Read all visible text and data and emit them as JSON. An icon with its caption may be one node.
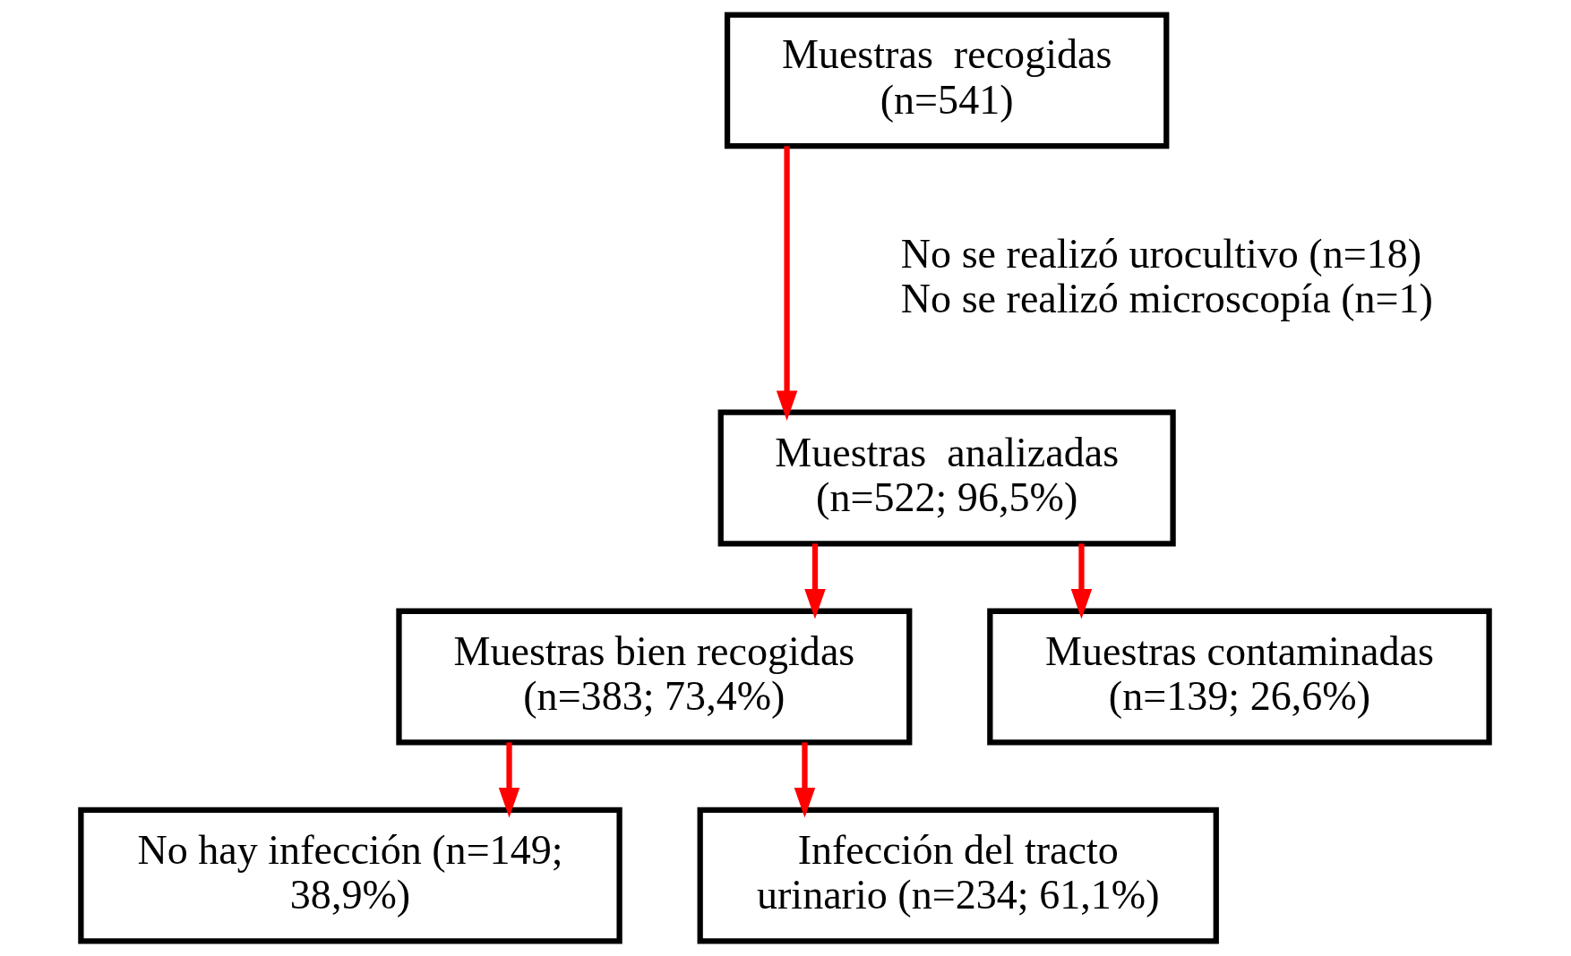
{
  "diagram": {
    "nodes": [
      {
        "text": [
          "Muestras  recogidas (n=541)"
        ]
      },
      {
        "text": [
          "Muestras  analizadas (n=522; 96,5%)"
        ]
      },
      {
        "text": [
          "Muestras bien recogidas (n=383; 73,4%)"
        ]
      },
      {
        "text": [
          "Muestras contaminadas (n=139; 26,6%)"
        ]
      },
      {
        "text": [
          "No hay infección (n=149; 38,9%)"
        ]
      },
      {
        "text": [
          "Infección del tracto urinario (n=234; 61,1%)"
        ]
      }
    ],
    "edges": [
      {
        "from": 0,
        "to": 1,
        "arrow": "to"
      },
      {
        "from": 1,
        "to": 2,
        "arrow": "to"
      },
      {
        "from": 1,
        "to": 3,
        "arrow": "to"
      },
      {
        "from": 2,
        "to": 4,
        "arrow": "to"
      },
      {
        "from": 2,
        "to": 5,
        "arrow": "to"
      }
    ],
    "labels": [
      "No se realizó urocultivo (n=18)",
      "No se realizó microscopía (n=1)"
    ]
  }
}
